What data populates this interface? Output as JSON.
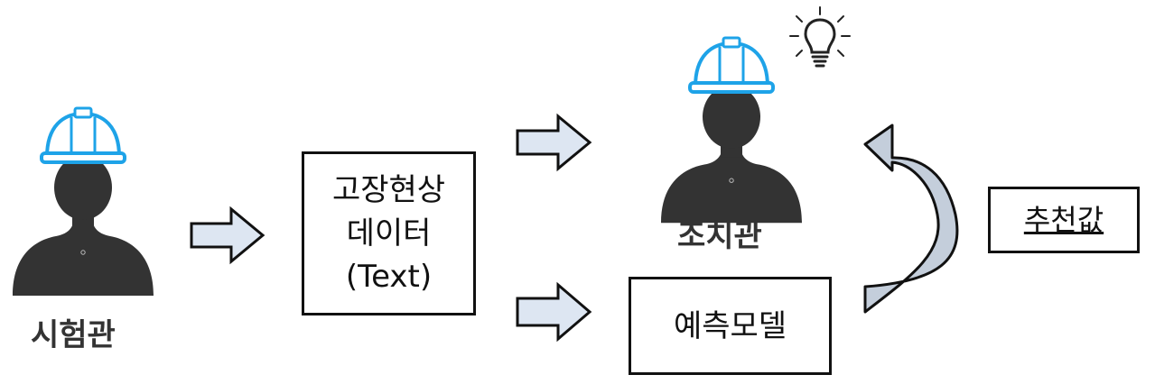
{
  "people": {
    "tester": {
      "label": "시험관"
    },
    "technician": {
      "label": "조치관"
    }
  },
  "boxes": {
    "fault_data": {
      "lines": [
        "고장현상",
        "데이터",
        "(Text)"
      ]
    },
    "prediction_model": {
      "label": "예측모델"
    },
    "recommendation": {
      "label": "추천값"
    }
  },
  "colors": {
    "helmet": "#1ea3e8",
    "silhouette": "#333333",
    "arrow_fill": "#dde6f2",
    "curved_arrow_fill": "#c4cedb",
    "line": "#111111"
  },
  "icons": [
    "helmet-icon",
    "person-silhouette-icon",
    "lightbulb-icon",
    "right-arrow-icon",
    "curved-arrow-icon"
  ]
}
